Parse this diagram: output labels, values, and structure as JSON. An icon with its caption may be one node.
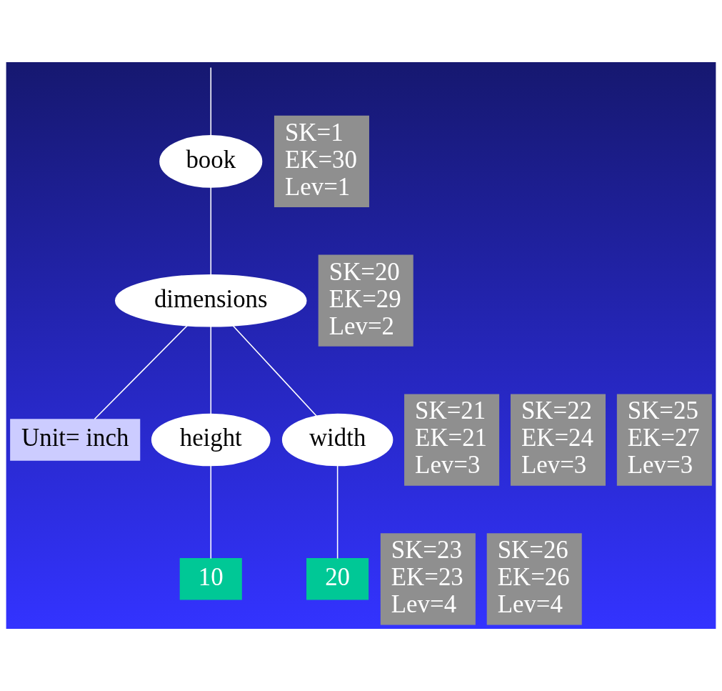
{
  "diagram": {
    "nodes": [
      {
        "text": [
          "book"
        ]
      },
      {
        "text": [
          "SK=1",
          "EK=30",
          "Lev=1"
        ]
      },
      {
        "text": [
          "SK=20",
          "EK=29",
          "Lev=2"
        ]
      },
      {
        "text": [
          "dimensions"
        ]
      },
      {
        "text": [
          "SK=21",
          "EK=21",
          "Lev=3"
        ]
      },
      {
        "text": [
          "Unit= inch"
        ]
      },
      {
        "text": [
          "SK=22",
          "EK=24",
          "Lev=3"
        ]
      },
      {
        "text": [
          "height"
        ]
      },
      {
        "text": [
          "width"
        ]
      },
      {
        "text": [
          "SK=25",
          "EK=27",
          "Lev=3"
        ]
      },
      {
        "text": [
          "SK=23",
          "EK=23",
          "Lev=4"
        ]
      },
      {
        "text": [
          "10"
        ]
      },
      {
        "text": [
          "20"
        ]
      },
      {
        "text": [
          "SK=26",
          "EK=26",
          "Lev=4"
        ]
      }
    ],
    "edges": [
      {
        "from": null,
        "to": 0,
        "arrow": "none"
      },
      {
        "from": 0,
        "to": 3,
        "arrow": "none"
      },
      {
        "from": 3,
        "to": 5,
        "arrow": "none"
      },
      {
        "from": 3,
        "to": 7,
        "arrow": "none"
      },
      {
        "from": 3,
        "to": 8,
        "arrow": "none"
      },
      {
        "from": 7,
        "to": 11,
        "arrow": "none"
      },
      {
        "from": 8,
        "to": 12,
        "arrow": "none"
      }
    ]
  }
}
